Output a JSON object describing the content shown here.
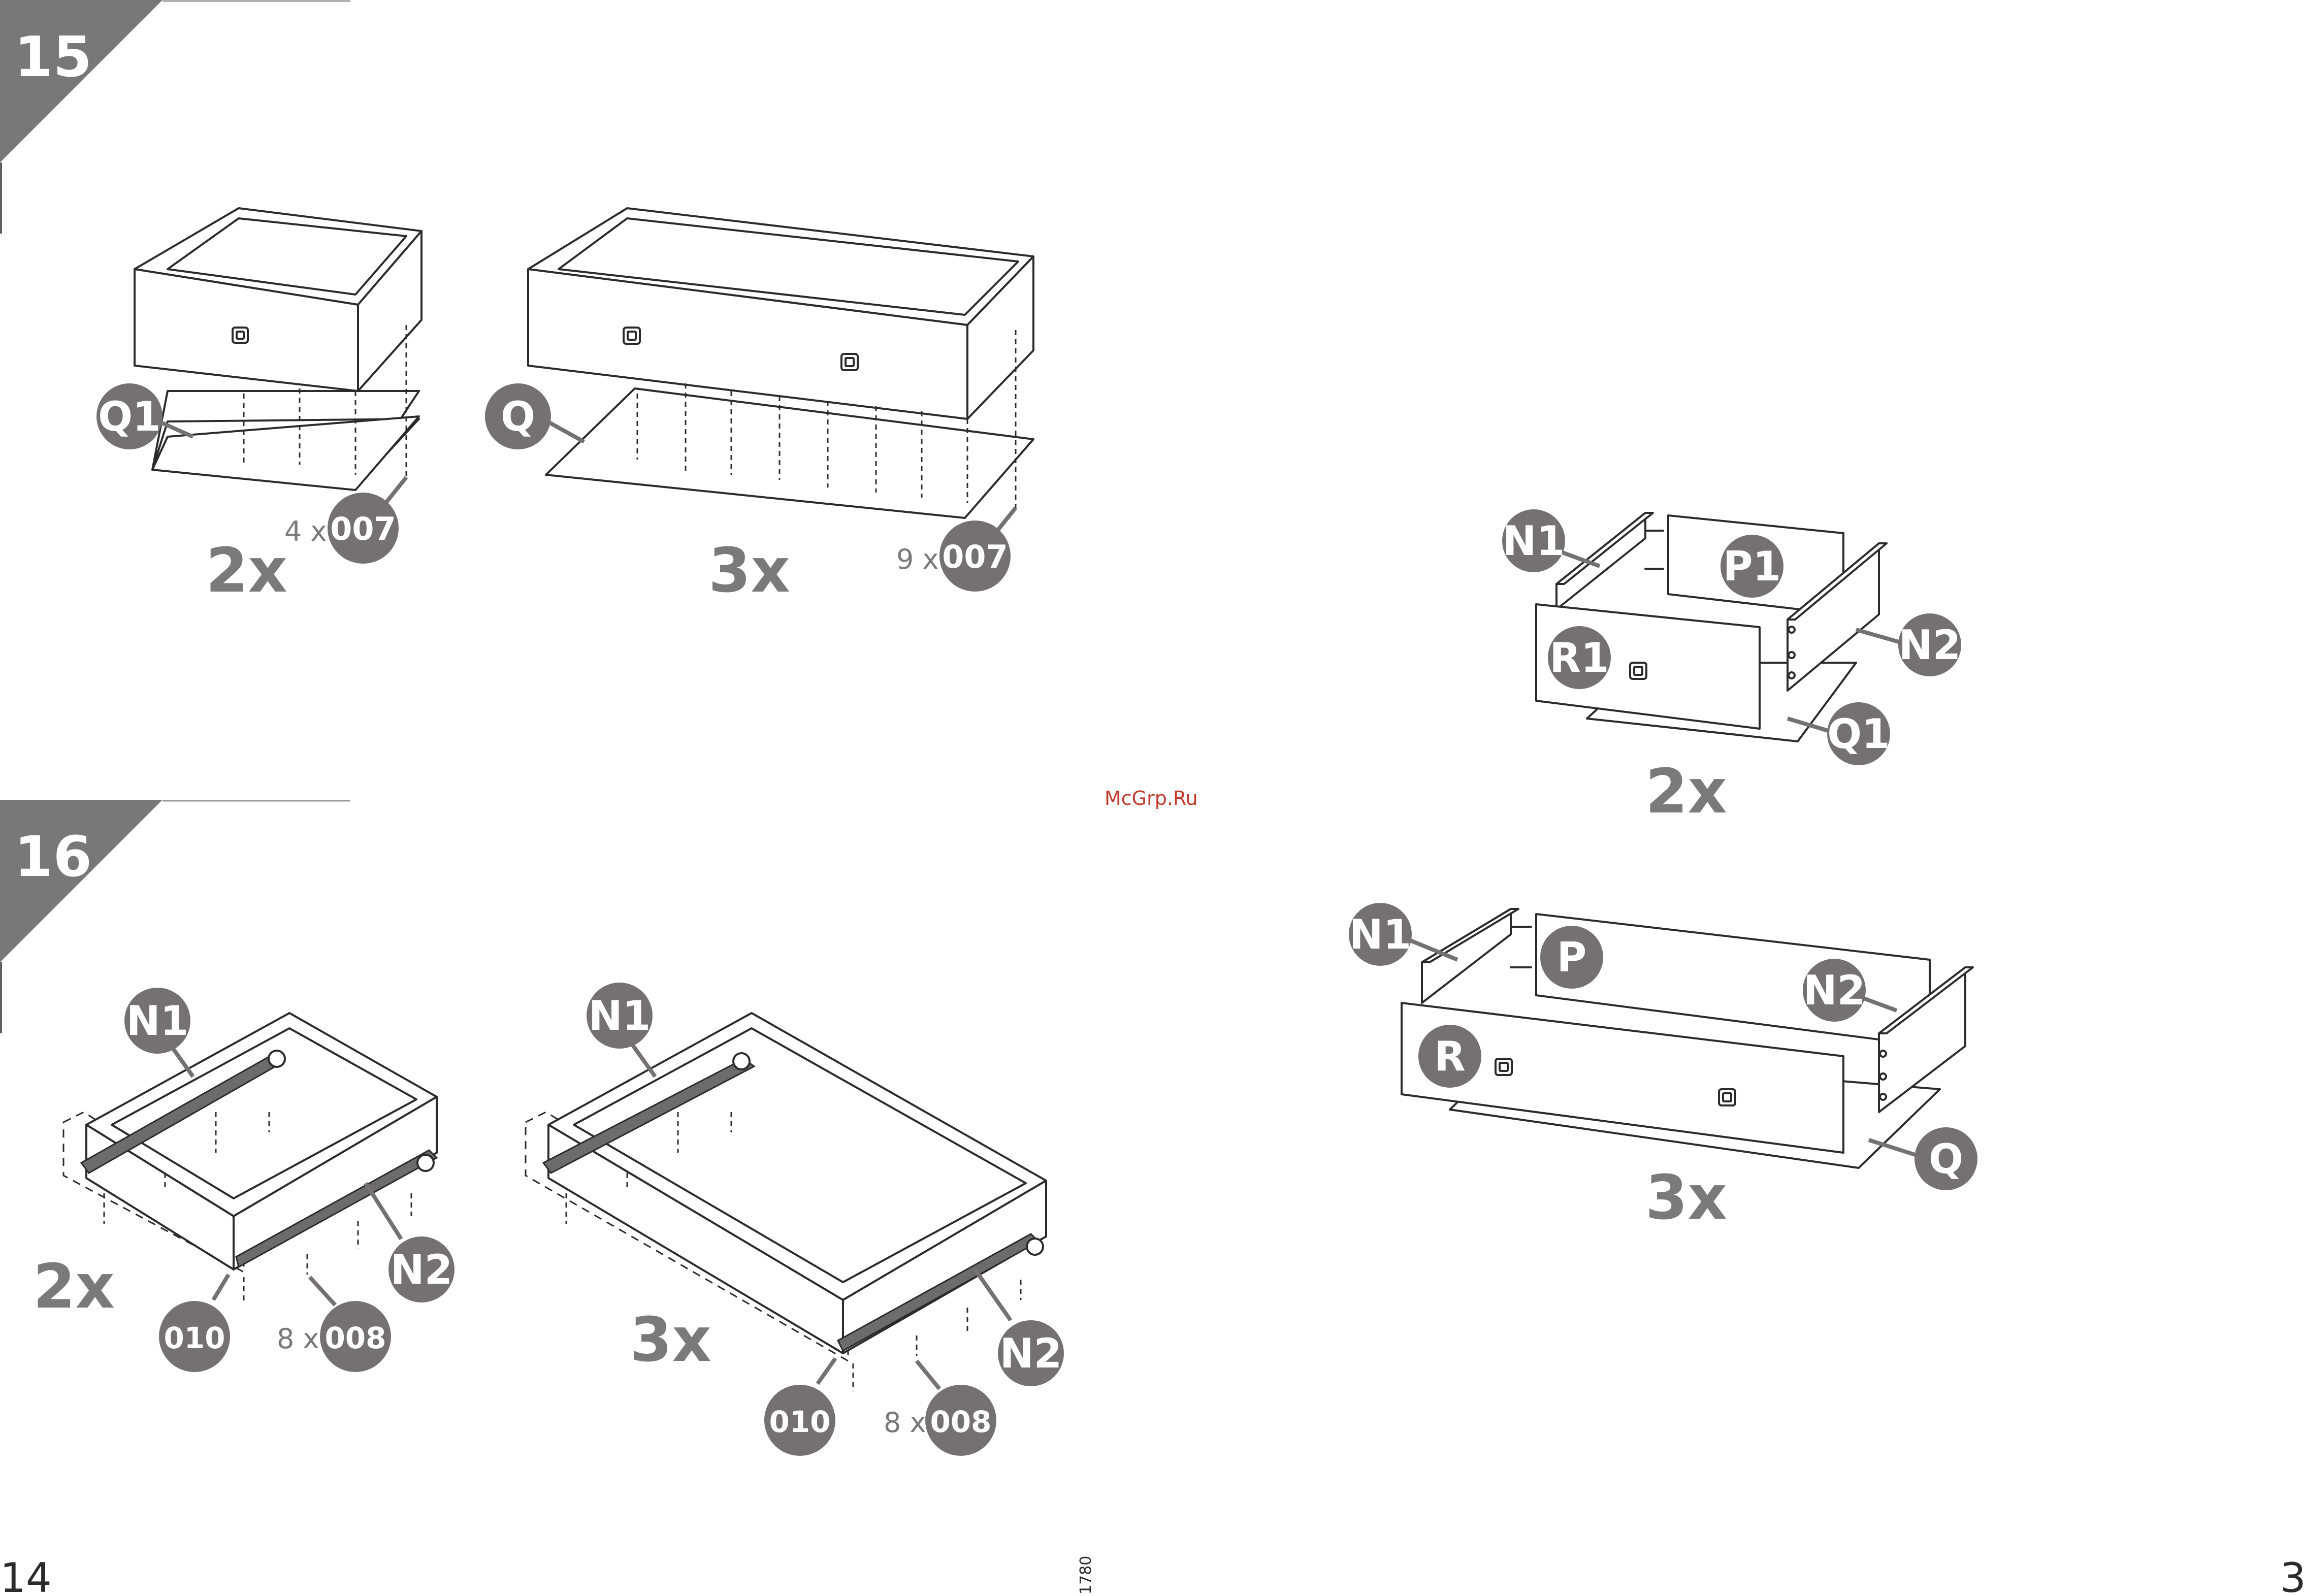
{
  "steps": {
    "step_15": "15",
    "step_16": "16"
  },
  "step15": {
    "small": {
      "bubble": "Q1",
      "mult": "2x",
      "qty_prefix": "4 x",
      "part": "007"
    },
    "large": {
      "bubble": "Q",
      "mult": "3x",
      "qty_prefix": "9 x",
      "part": "007"
    }
  },
  "step16": {
    "small": {
      "rail_bubble": "N1",
      "rail2_bubble": "N2",
      "mult": "2x",
      "screw_part": "010",
      "qty_prefix": "8 x",
      "part": "008"
    },
    "large": {
      "rail_bubble": "N1",
      "rail2_bubble": "N2",
      "mult": "3x",
      "screw_part": "010",
      "qty_prefix": "8 x",
      "part": "008"
    }
  },
  "right": {
    "small": {
      "left_side": "N1",
      "back": "P1",
      "right_side": "N2",
      "front": "R1",
      "bottom": "Q1",
      "mult": "2x"
    },
    "large": {
      "left_side": "N1",
      "back": "P",
      "right_side": "N2",
      "front": "R",
      "bottom": "Q",
      "mult": "3x"
    }
  },
  "watermark": "McGrp.Ru",
  "page_left": "14",
  "page_right": "3",
  "doc_code": "1780",
  "colors": {
    "bubble": "#757173",
    "step_badge": "#7a7778",
    "watermark": "#c0392b"
  }
}
